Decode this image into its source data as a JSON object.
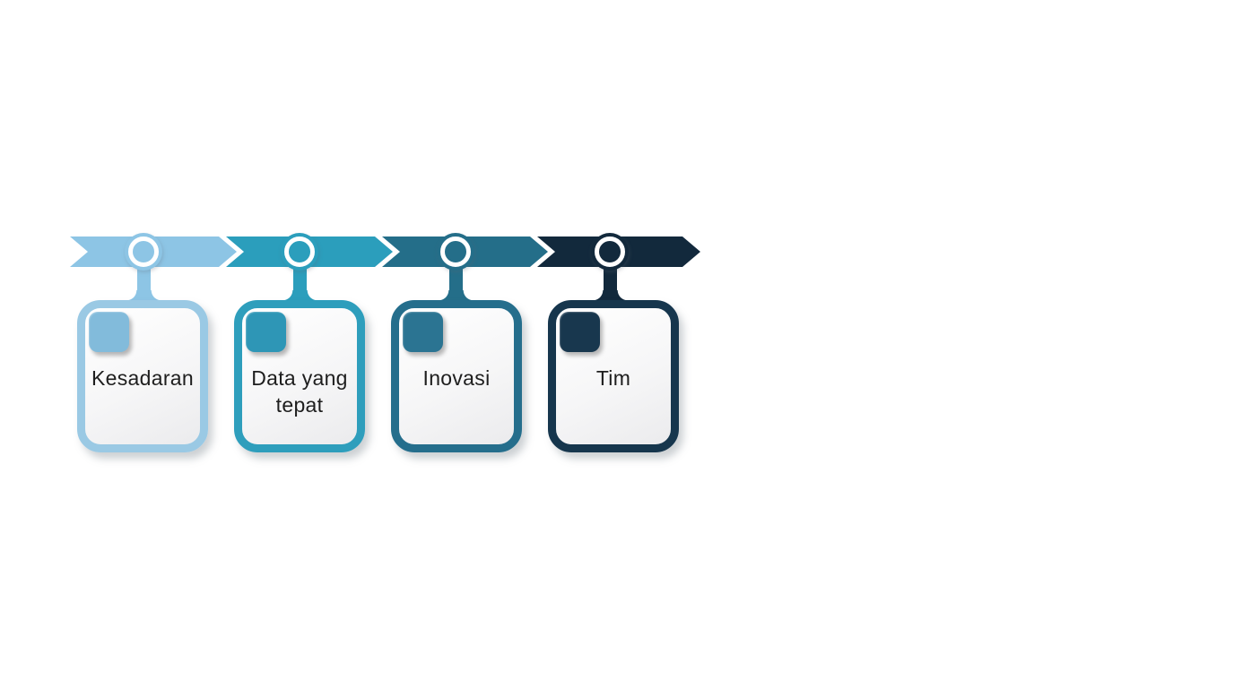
{
  "diagram": {
    "type": "process-arrow-timeline",
    "direction": "left-to-right",
    "background": "#ffffff",
    "text_color": "#1e1e1e",
    "gap_color": "#ffffff",
    "steps": [
      {
        "label": "Kesadaran",
        "colors": {
          "segment": "#8dc5e5",
          "border": "#9ac9e4",
          "icon": "#82bbdb"
        }
      },
      {
        "label": "Data yang tepat",
        "colors": {
          "segment": "#2b9ebc",
          "border": "#2e9ebc",
          "icon": "#2e96b6"
        }
      },
      {
        "label": "Inovasi",
        "colors": {
          "segment": "#246e89",
          "border": "#256e8c",
          "icon": "#2b7492"
        }
      },
      {
        "label": "Tim",
        "colors": {
          "segment": "#12293c",
          "border": "#16364d",
          "icon": "#18374e"
        }
      }
    ]
  }
}
